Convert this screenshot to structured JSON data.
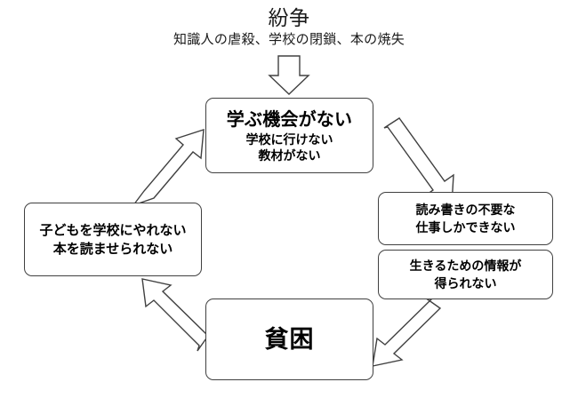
{
  "diagram": {
    "title": "紛争",
    "subtitle": "知識人の虐殺、学校の閉鎖、本の焼失",
    "nodes": {
      "education": {
        "headline": "学ぶ機会がない",
        "line1": "学校に行けない",
        "line2": "教材がない"
      },
      "jobs": {
        "line1": "読み書きの不要な",
        "line2": "仕事しかできない"
      },
      "information": {
        "line1": "生きるための情報が",
        "line2": "得られない"
      },
      "poverty": {
        "headline": "貧困"
      },
      "parents": {
        "line1": "子どもを学校にやれない",
        "line2": "本を読ませられない"
      }
    },
    "arrows": [
      {
        "name": "conflict-to-education",
        "direction": "down"
      },
      {
        "name": "education-to-jobs",
        "direction": "down-right"
      },
      {
        "name": "information-to-poverty",
        "direction": "down-left"
      },
      {
        "name": "poverty-to-parents",
        "direction": "up-left"
      },
      {
        "name": "parents-to-education",
        "direction": "up-right"
      }
    ],
    "colors": {
      "stroke": "#404040",
      "text": "#000000",
      "background": "#ffffff"
    }
  }
}
